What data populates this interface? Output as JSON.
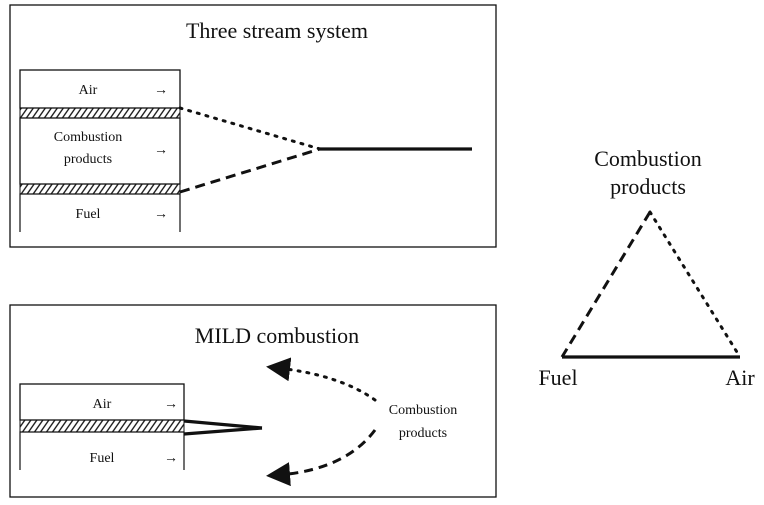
{
  "panel_three_stream": {
    "title": "Three stream system",
    "stream_air": "Air",
    "stream_combustion_line1": "Combustion",
    "stream_combustion_line2": "products",
    "stream_fuel": "Fuel"
  },
  "panel_mild": {
    "title": "MILD combustion",
    "stream_air": "Air",
    "stream_fuel": "Fuel",
    "products_line1": "Combustion",
    "products_line2": "products"
  },
  "triangle": {
    "top_line1": "Combustion",
    "top_line2": "products",
    "left": "Fuel",
    "right": "Air"
  },
  "arrow_glyph": "→"
}
